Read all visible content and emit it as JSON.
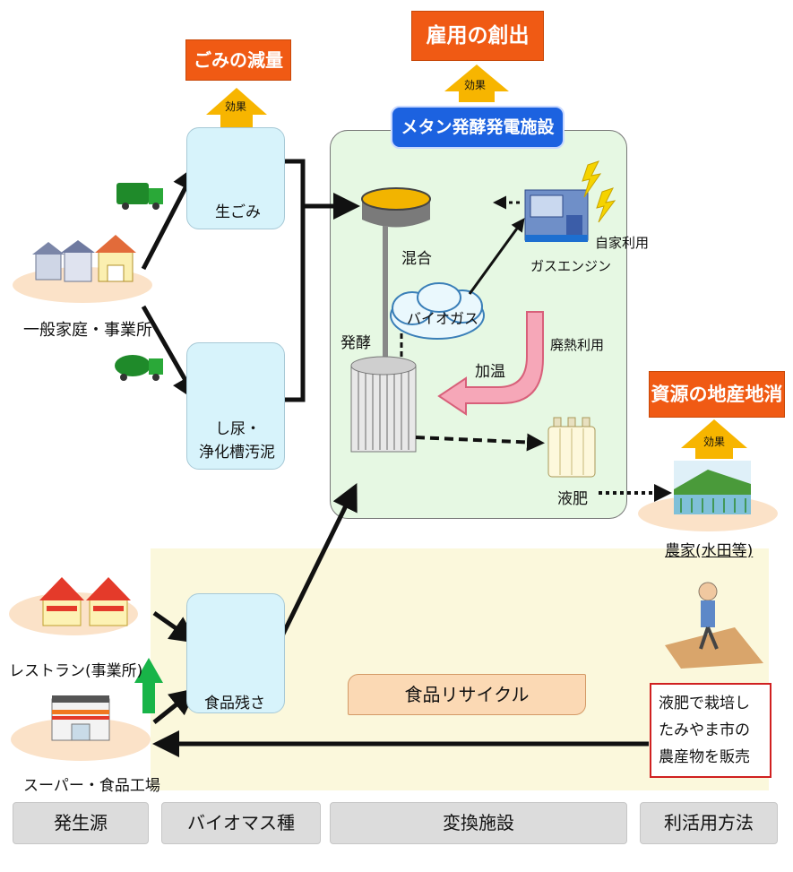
{
  "effects": {
    "waste_reduction": "ごみの減量",
    "job_creation": "雇用の創出",
    "local_production": "資源の地産地消",
    "effect_tag": "効果"
  },
  "facility": {
    "title": "メタン発酵発電施設"
  },
  "sources": {
    "households": "一般家庭・事業所",
    "restaurant": "レストラン(事業所)",
    "supermarket": "スーパー・食品工場"
  },
  "biomass": {
    "raw_garbage": "生ごみ",
    "sludge_line1": "し尿・",
    "sludge_line2": "浄化槽汚泥",
    "food_waste": "食品残さ"
  },
  "process": {
    "mixing": "混合",
    "fermentation": "発酵",
    "biogas": "バイオガス",
    "gas_engine": "ガスエンジン",
    "self_use": "自家利用",
    "waste_heat": "廃熱利用",
    "heating": "加温",
    "liquid_fertilizer": "液肥"
  },
  "farm": {
    "label": "農家(水田等)"
  },
  "recycle": {
    "label": "食品リサイクル"
  },
  "sales_note": {
    "line1": "液肥で栽培し",
    "line2": "たみやま市の",
    "line3": "農産物を販売"
  },
  "footer": {
    "col1": "発生源",
    "col2": "バイオマス種",
    "col3": "変換施設",
    "col4": "利活用方法"
  },
  "colors": {
    "effect_orange": "#f05a14",
    "effect_arrow": "#f7b500",
    "facility_bg": "#e6f8e3",
    "recycle_bg": "#fbf8dc",
    "biomass_box": "#d7f3fb",
    "title_blue": "#1c62e0",
    "heat_arrow": "#f6a7b8",
    "green_arrow": "#18b448"
  }
}
